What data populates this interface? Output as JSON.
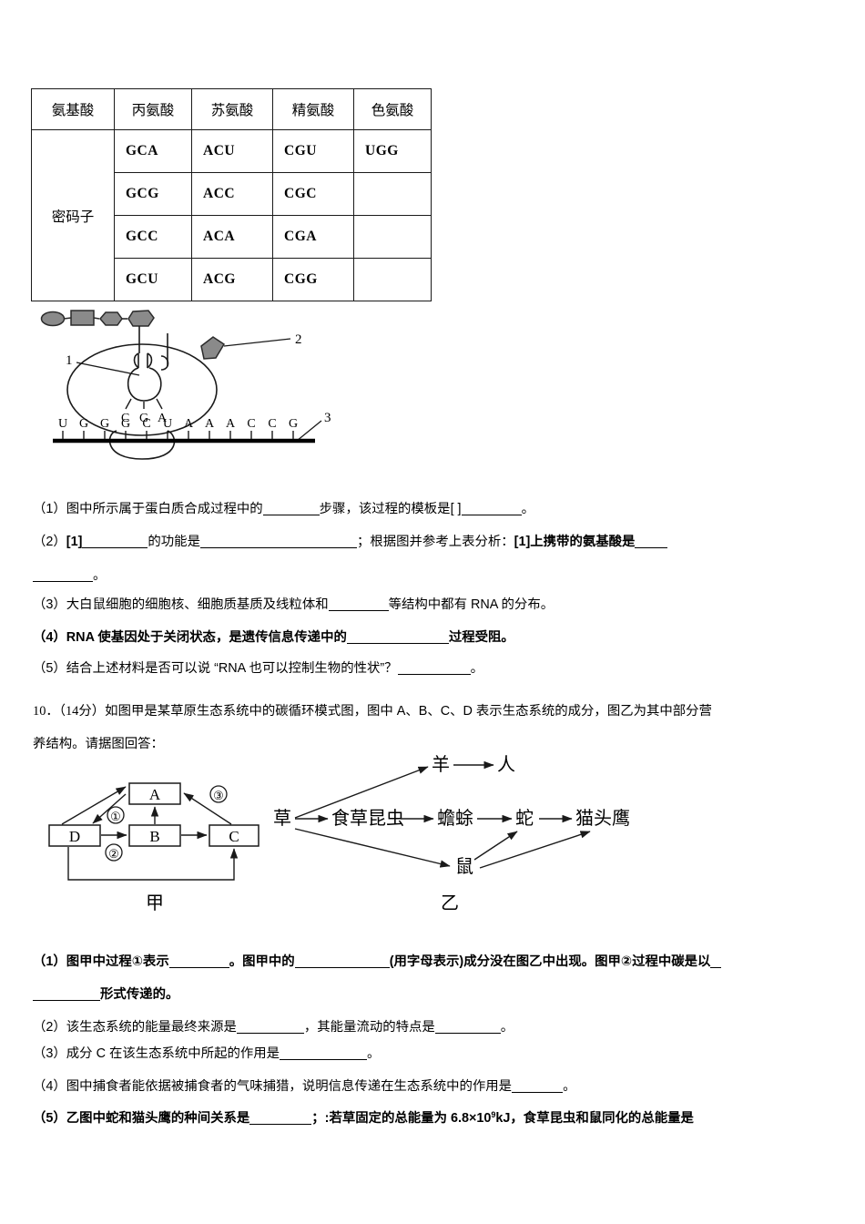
{
  "document": {
    "type": "exam-worksheet",
    "language": "zh"
  },
  "codon_table": {
    "row_header_1": "氨基酸",
    "row_header_2": "密码子",
    "amino_acids": [
      "丙氨酸",
      "苏氨酸",
      "精氨酸",
      "色氨酸"
    ],
    "codons": [
      [
        "GCA",
        "ACU",
        "CGU",
        "UGG"
      ],
      [
        "GCG",
        "ACC",
        "CGC",
        ""
      ],
      [
        "GCC",
        "ACA",
        "CGA",
        ""
      ],
      [
        "GCU",
        "ACG",
        "CGG",
        ""
      ]
    ]
  },
  "translation_diagram": {
    "label_1": "1",
    "label_2": "2",
    "label_3": "3",
    "anticodon_letters": [
      "C",
      "G",
      "A"
    ],
    "mrna_letters": [
      "U",
      "G",
      "G",
      "G",
      "C",
      "U",
      "A",
      "A",
      "A",
      "C",
      "C",
      "G"
    ]
  },
  "question9": {
    "sub1_a": "（1）图中所示属于蛋白质合成过程中的",
    "sub1_b": "步骤，该过程的模板是[  ]",
    "sub1_c": "。",
    "sub2_a": "（2）",
    "sub2_b": "[1]",
    "sub2_c": "的功能是",
    "sub2_d": "；根据图并参考上表分析：",
    "sub2_e": "[1]",
    "sub2_f": "上携带的氨基酸是",
    "sub2_wrap": "。",
    "sub3_a": "（3）大白鼠细胞的细胞核、细胞质基质及线粒体和",
    "sub3_b": "等结构中都有 RNA 的分布。",
    "sub4_a": "（4）RNA 使基因处于关闭状态，是遗传信息传递中的",
    "sub4_b": "过程受阻。",
    "sub5_a": "（5）结合上述材料是否可以说 “RNA 也可以控制生物的性状”？",
    "sub5_b": "。"
  },
  "question10": {
    "number": "10．",
    "marks": "（14分）",
    "stem_line1": "如图甲是某草原生态系统中的碳循环模式图，图中 A、B、C、D 表示生态系统的成分，图乙为其中部分营",
    "stem_line2": "养结构。请据图回答：",
    "sub1_a": "（1）图甲中过程①表示",
    "sub1_b": "。图甲中的",
    "sub1_c": "(用字母表示)成分没在图乙中出现。图甲②过程中碳是以",
    "sub1_d": "形式传递的。",
    "sub2_a": "（2）该生态系统的能量最终来源是",
    "sub2_b": "，其能量流动的特点是",
    "sub2_c": "。",
    "sub3_a": "（3）成分 C 在该生态系统中所起的作用是",
    "sub3_b": "。",
    "sub4_a": "（4）图中捕食者能依据被捕食者的气味捕猎，说明信息传递在生态系统中的作用是",
    "sub4_b": "。",
    "sub5_a": "（5）乙图中蛇和猫头鹰的种间关系是",
    "sub5_b": "；:若草固定的总能量为 6.8×10",
    "sub5_exp": "9",
    "sub5_c": "kJ，食草昆虫和鼠同化的总能量是"
  },
  "carbon_cycle_diagram": {
    "caption": "甲",
    "boxes": [
      "A",
      "B",
      "C",
      "D"
    ],
    "process_labels": [
      "①",
      "②",
      "③"
    ]
  },
  "food_web_diagram": {
    "caption": "乙",
    "nodes": [
      "草",
      "羊",
      "人",
      "食草昆虫",
      "蟾蜍",
      "蛇",
      "猫头鹰",
      "鼠"
    ],
    "chains": [
      [
        "草",
        "羊",
        "人"
      ],
      [
        "草",
        "食草昆虫",
        "蟾蜍",
        "蛇",
        "猫头鹰"
      ],
      [
        "草",
        "鼠",
        "蛇"
      ],
      [
        "鼠",
        "猫头鹰"
      ]
    ]
  },
  "colors": {
    "ink": "#000000",
    "shape_fill": "#8a8a8a",
    "shape_stroke": "#2b2b2b"
  }
}
